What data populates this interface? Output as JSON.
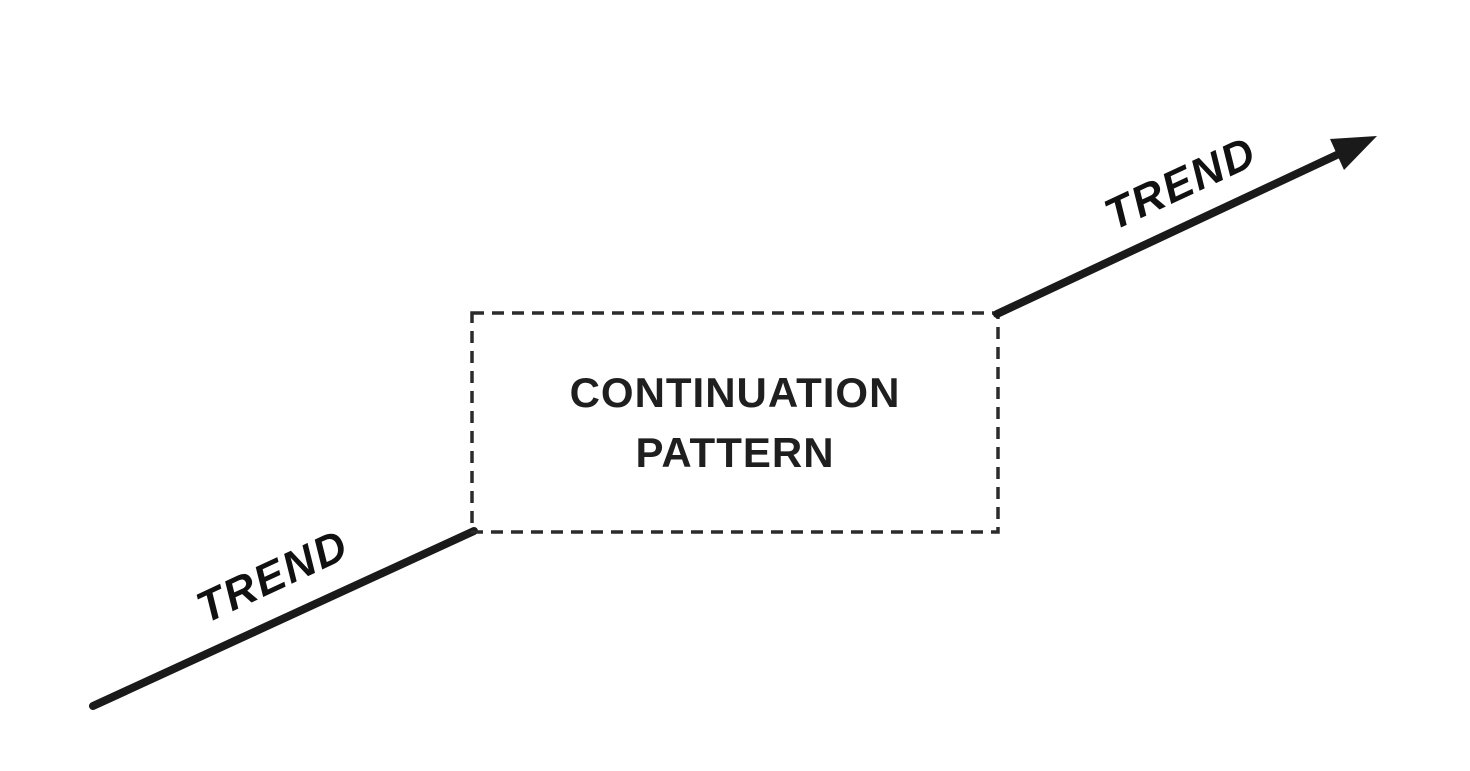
{
  "diagram": {
    "box_label_line1": "CONTINUATION",
    "box_label_line2": "PATTERN",
    "lower_trend_label": "TREND",
    "upper_trend_label": "TREND",
    "colors": {
      "background": "#ffffff",
      "line": "#1a1a1a",
      "box_border": "#2b2b2b",
      "text": "#1f1f1f"
    }
  }
}
